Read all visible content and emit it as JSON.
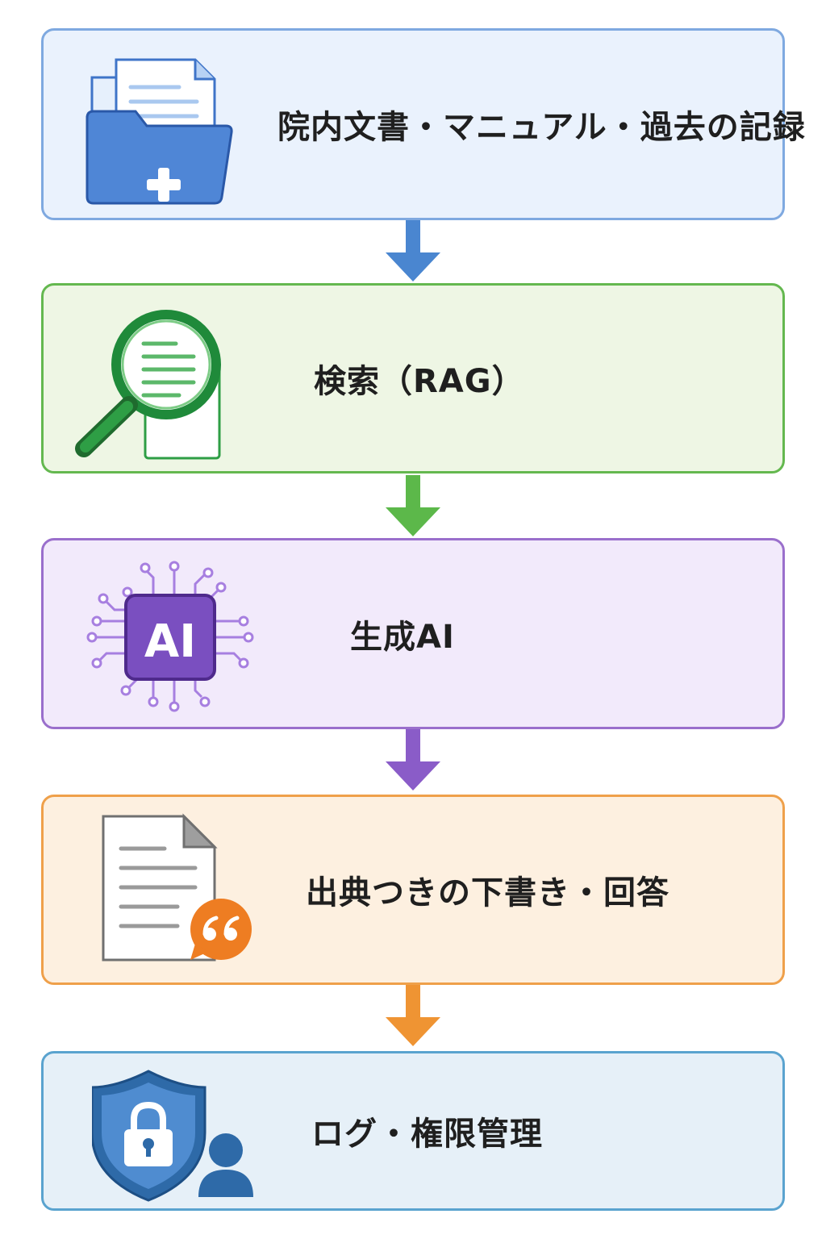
{
  "steps": [
    {
      "id": "documents",
      "label": "院内文書・マニュアル・過去の記録",
      "icon": "folder-medical-icon",
      "color": "#3f74c8"
    },
    {
      "id": "search",
      "label": "検索（RAG）",
      "icon": "magnifier-document-icon",
      "color": "#2e9e45"
    },
    {
      "id": "generative-ai",
      "label": "生成AI",
      "icon": "ai-chip-icon",
      "icon_text": "AI",
      "color": "#7a4fc0"
    },
    {
      "id": "draft-answer",
      "label": "出典つきの下書き・回答",
      "icon": "document-quote-icon",
      "color": "#ee8a2a"
    },
    {
      "id": "log-permission",
      "label": "ログ・権限管理",
      "icon": "shield-lock-user-icon",
      "color": "#2e6aa8"
    }
  ],
  "arrows": [
    {
      "from": "documents",
      "to": "search",
      "color": "#4a86d0"
    },
    {
      "from": "search",
      "to": "generative-ai",
      "color": "#5cb84a"
    },
    {
      "from": "generative-ai",
      "to": "draft-answer",
      "color": "#8a5cc8"
    },
    {
      "from": "draft-answer",
      "to": "log-permission",
      "color": "#ef9433"
    }
  ]
}
